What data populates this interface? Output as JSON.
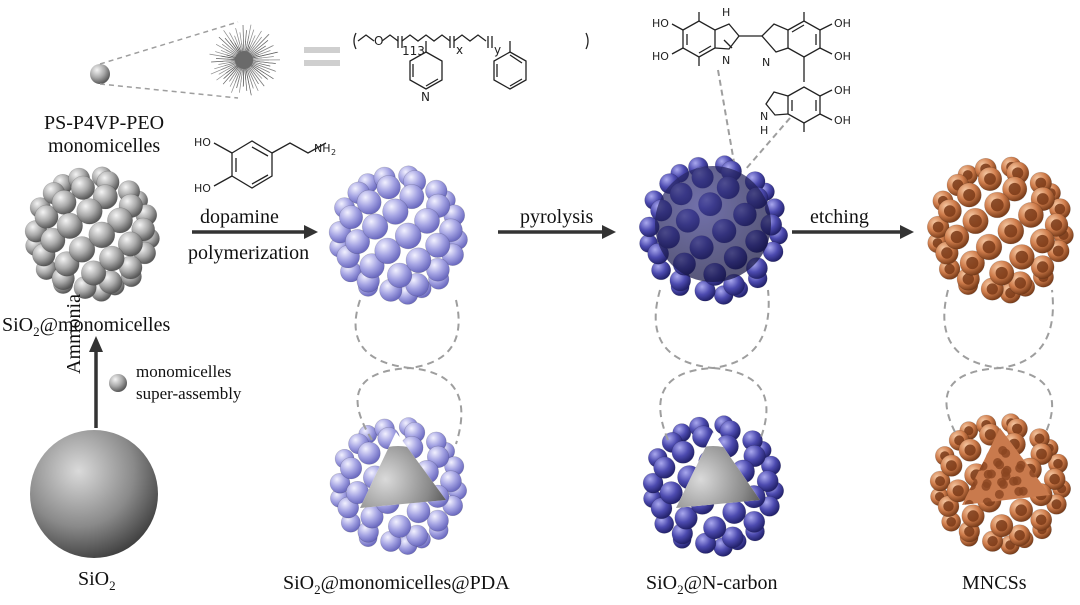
{
  "monomicelle": {
    "name_line1": "PS-P4VP-PEO",
    "name_line2": "monomicelles"
  },
  "polymer_formula": {
    "peo_repeat": "113",
    "p4vp_repeat": "x",
    "ps_repeat": "y",
    "oxygen": "O",
    "nitrogen": "N"
  },
  "dopamine_structure": {
    "hydroxyl_top": "HO",
    "hydroxyl_bottom": "HO",
    "amine": "NH",
    "amine_subscript": "2"
  },
  "indole_structure": {
    "nh": "H",
    "n": "N",
    "oh": "OH",
    "ho": "HO"
  },
  "arrows": {
    "step1_top": "dopamine",
    "step1_bottom": "polymerization",
    "step2": "pyrolysis",
    "step3": "etching",
    "ammonia": "Ammonia",
    "assembly_line1": "monomicelles",
    "assembly_line2": "super-assembly"
  },
  "stages": {
    "silica_core": {
      "base": "SiO",
      "sub": "2"
    },
    "silica_monomicelles": {
      "base": "SiO",
      "sub": "2",
      "rest": "@monomicelles"
    },
    "pda": {
      "base": "SiO",
      "sub": "2",
      "rest": "@monomicelles@PDA"
    },
    "n_carbon": {
      "base": "SiO",
      "sub": "2",
      "rest": "@N-carbon"
    },
    "mncs": "MNCSs"
  },
  "colors": {
    "silica": "#8f8f8f",
    "monomicelle": "#bdbdbd",
    "pda": "#9c9be0",
    "n_carbon": "#4c4aa8",
    "mncs": "#c8784a",
    "arrow": "#333333",
    "dashed": "#9e9e9e"
  }
}
